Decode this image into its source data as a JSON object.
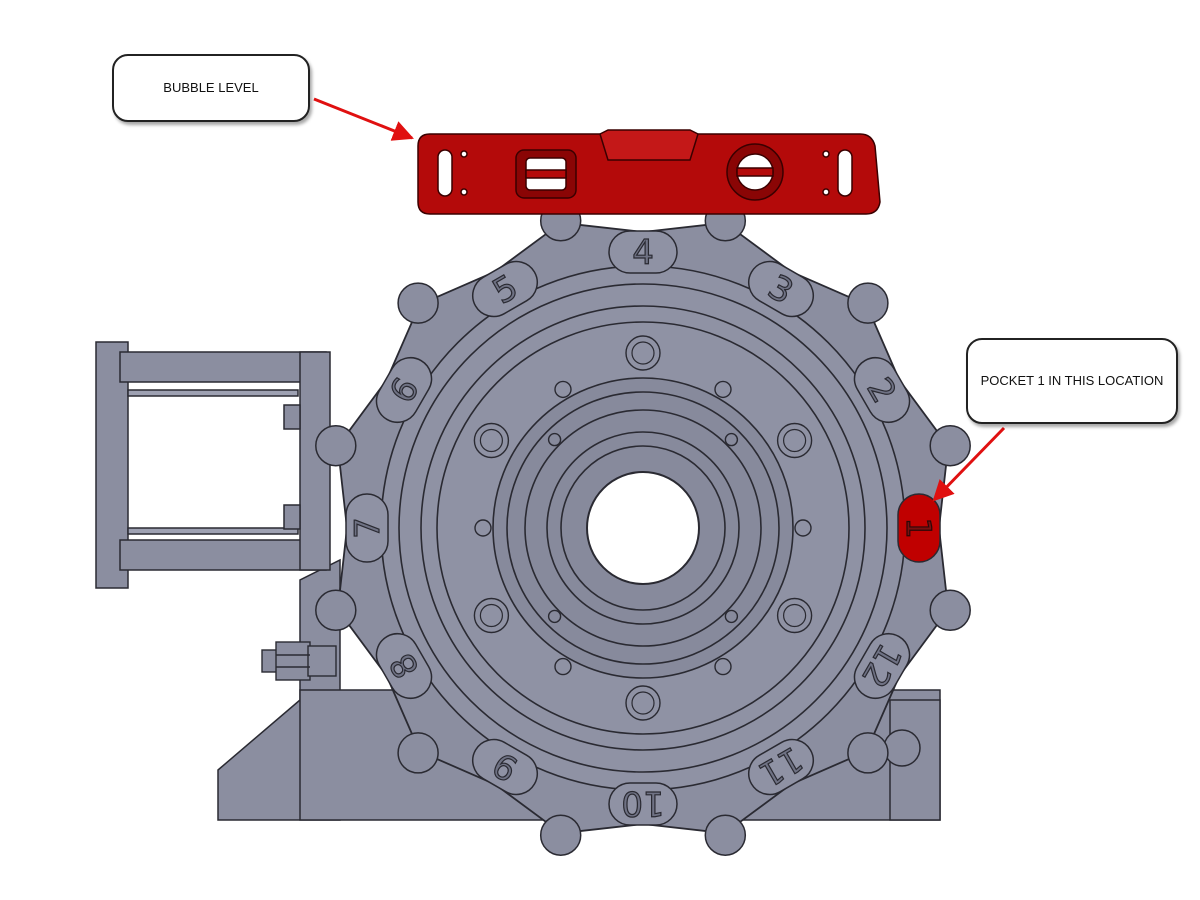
{
  "callouts": {
    "bubble_level": "BUBBLE LEVEL",
    "pocket_1": "POCKET 1 IN THIS LOCATION"
  },
  "pocket_numbers": [
    "1",
    "2",
    "3",
    "4",
    "5",
    "6",
    "7",
    "8",
    "9",
    "10",
    "11",
    "12"
  ],
  "colors": {
    "body": "#8b8ea0",
    "outline": "#2a2a32",
    "level": "#b40a0a",
    "pocket_1_highlight": "#c00000",
    "arrow": "#e01010",
    "bore": "#ffffff"
  }
}
